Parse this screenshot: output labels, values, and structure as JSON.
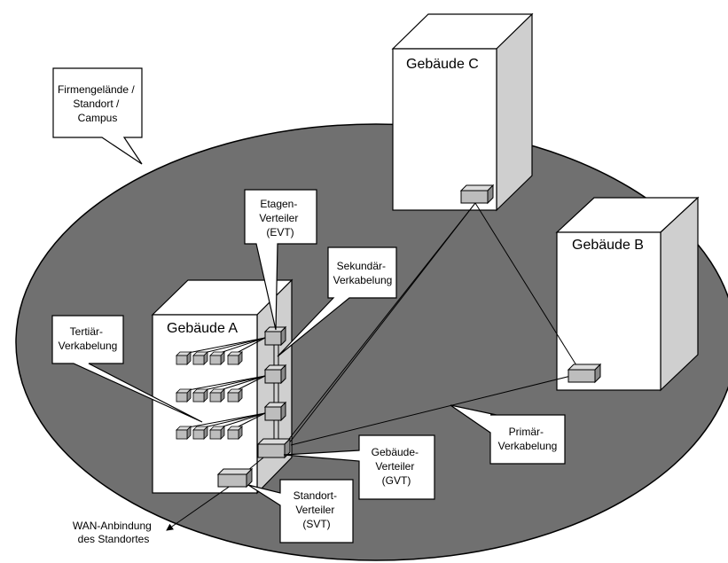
{
  "diagram": {
    "campus_label": [
      "Firmengelände /",
      "Standort /",
      "Campus"
    ],
    "building_a": "Gebäude A",
    "building_b": "Gebäude B",
    "building_c": "Gebäude C",
    "floor_distributor": [
      "Etagen-",
      "Verteiler",
      "(EVT)"
    ],
    "secondary_cabling": [
      "Sekundär-",
      "Verkabelung"
    ],
    "tertiary_cabling": [
      "Tertiär-",
      "Verkabelung"
    ],
    "building_distributor": [
      "Gebäude-",
      "Verteiler",
      "(GVT)"
    ],
    "primary_cabling": [
      "Primär-",
      "Verkabelung"
    ],
    "site_distributor": [
      "Standort-",
      "Verteiler",
      "(SVT)"
    ],
    "wan_link": [
      "WAN-Anbindung",
      "des Standortes"
    ]
  },
  "colors": {
    "campus_fill": "#707070",
    "building_shade": "#cfcfcf",
    "device_fill": "#bdbdbd",
    "device_dark": "#8a8a8a"
  }
}
